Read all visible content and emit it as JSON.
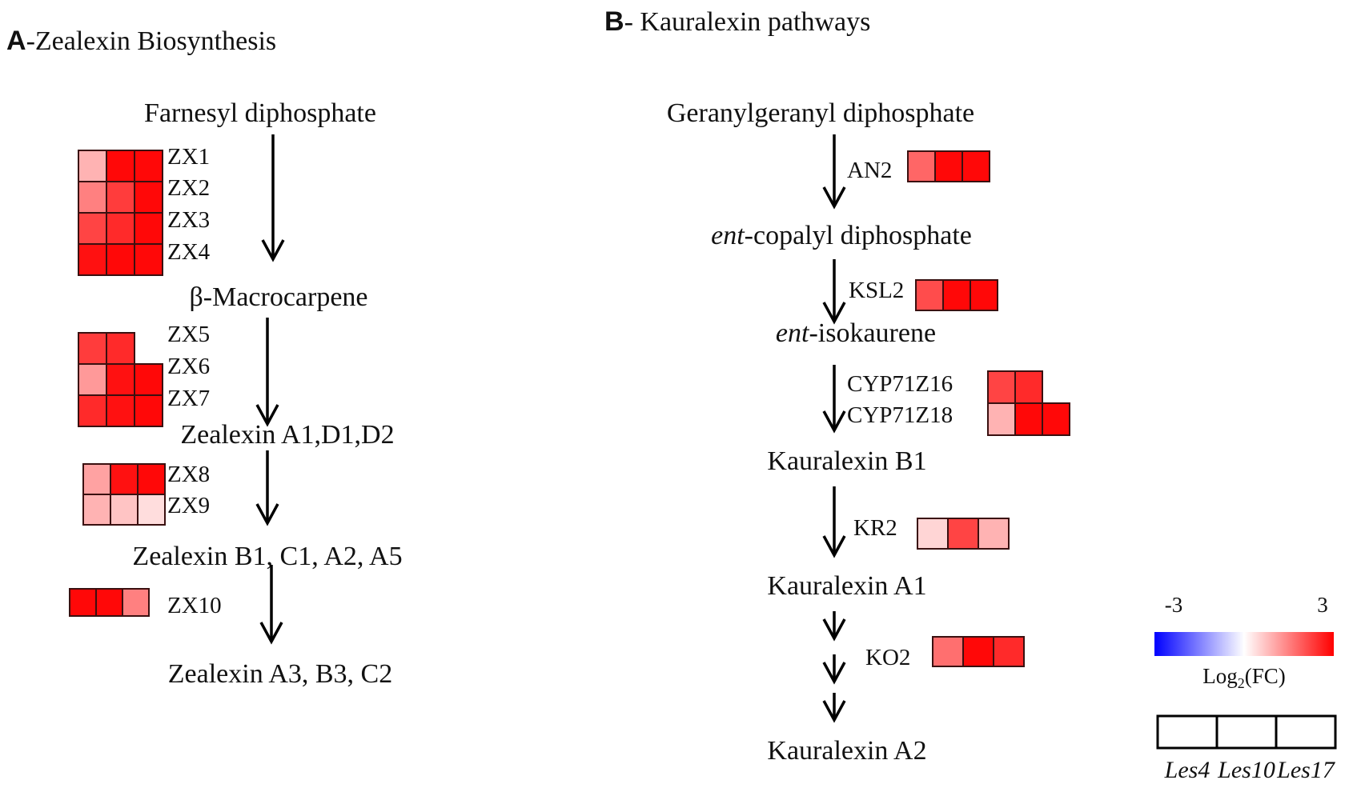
{
  "panel_a": {
    "letter": "A",
    "title": "-Zealexin Biosynthesis",
    "metabolites": [
      "Farnesyl diphosphate",
      "β-Macrocarpene",
      "Zealexin A1,D1,D2",
      "Zealexin B1, C1, A2, A5",
      "Zealexin A3, B3, C2"
    ],
    "genes": [
      "ZX1",
      "ZX2",
      "ZX3",
      "ZX4",
      "ZX5",
      "ZX6",
      "ZX7",
      "ZX8",
      "ZX9",
      "ZX10"
    ]
  },
  "panel_b": {
    "letter": "B",
    "title": "- Kauralexin pathways",
    "metabolites": {
      "ggpp": "Geranylgeranyl diphosphate",
      "cpp_prefix": "ent",
      "cpp_rest": "-copalyl diphosphate",
      "iso_prefix": "ent",
      "iso_rest": "-isokaurene",
      "kb1": "Kauralexin B1",
      "ka1": "Kauralexin A1",
      "ka2": "Kauralexin A2"
    },
    "genes": [
      "AN2",
      "KSL2",
      "CYP71Z16",
      "CYP71Z18",
      "KR2",
      "KO2"
    ]
  },
  "legend": {
    "min": "-3",
    "max": "3",
    "label_main": "Log",
    "label_sub": "2",
    "label_tail": "(FC)",
    "columns": [
      "Les4",
      "Les10",
      "Les17"
    ],
    "colors": {
      "low": "#0000ff",
      "mid": "#ffffff",
      "high": "#ff0000"
    }
  },
  "heatmap": {
    "color_scale_range": [
      -3,
      3
    ],
    "rows": [
      {
        "gene": "ZX1",
        "values": [
          0.9,
          2.9,
          2.9
        ]
      },
      {
        "gene": "ZX2",
        "values": [
          1.5,
          2.3,
          2.9
        ]
      },
      {
        "gene": "ZX3",
        "values": [
          2.2,
          2.5,
          2.9
        ]
      },
      {
        "gene": "ZX4",
        "values": [
          2.8,
          2.9,
          2.9
        ]
      },
      {
        "gene": "ZX5",
        "values": [
          2.3,
          2.5,
          null
        ]
      },
      {
        "gene": "ZX6",
        "values": [
          1.2,
          2.8,
          2.9
        ]
      },
      {
        "gene": "ZX7",
        "values": [
          2.5,
          2.8,
          2.9
        ]
      },
      {
        "gene": "ZX8",
        "values": [
          1.1,
          2.8,
          2.9
        ]
      },
      {
        "gene": "ZX9",
        "values": [
          0.9,
          0.7,
          0.4
        ]
      },
      {
        "gene": "ZX10",
        "values": [
          2.9,
          2.9,
          1.5
        ]
      },
      {
        "gene": "AN2",
        "values": [
          1.8,
          2.9,
          2.9
        ]
      },
      {
        "gene": "KSL2",
        "values": [
          2.1,
          2.9,
          2.9
        ]
      },
      {
        "gene": "CYP71Z16",
        "values": [
          2.2,
          2.5,
          null
        ]
      },
      {
        "gene": "CYP71Z18",
        "values": [
          0.9,
          2.9,
          2.9
        ]
      },
      {
        "gene": "KR2",
        "values": [
          0.5,
          2.2,
          0.9
        ]
      },
      {
        "gene": "KO2",
        "values": [
          1.7,
          2.9,
          2.5
        ]
      }
    ]
  }
}
